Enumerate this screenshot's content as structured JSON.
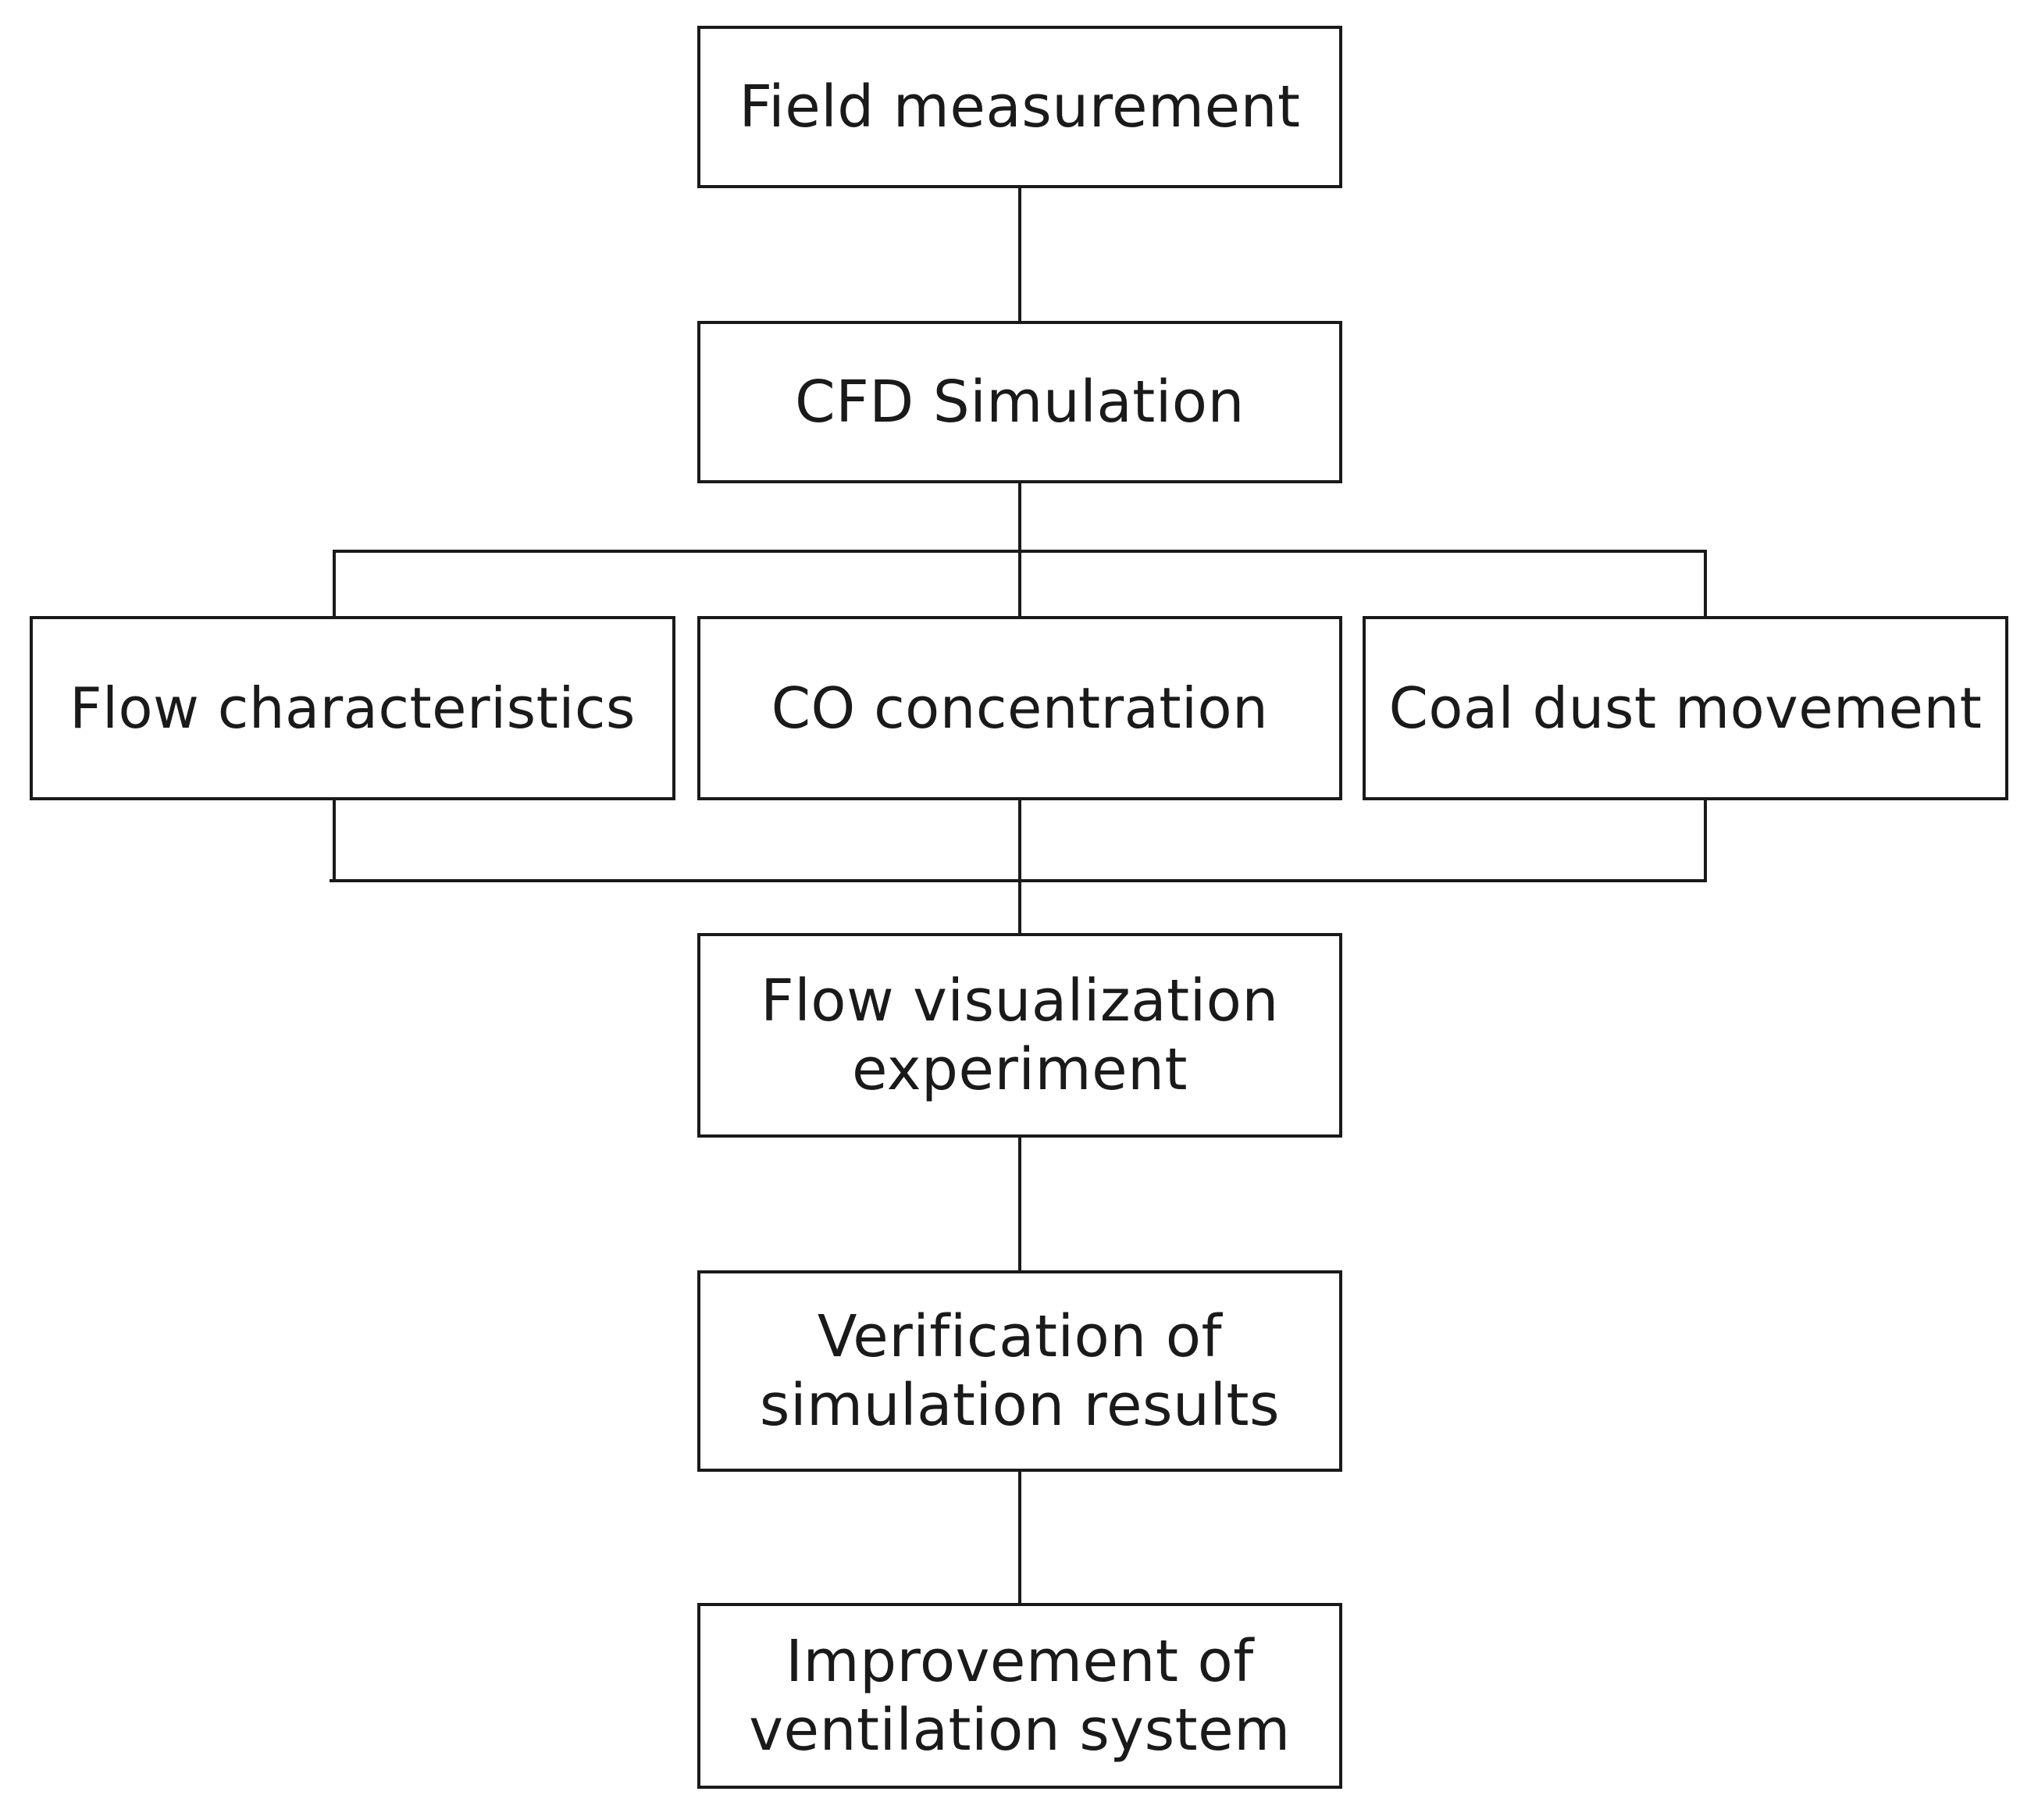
{
  "nodes": {
    "field_measurement": "Field measurement",
    "cfd_simulation": "CFD Simulation",
    "flow_characteristics": "Flow characteristics",
    "co_concentration": "CO concentration",
    "coal_dust_movement": "Coal dust movement",
    "flow_visualization": "Flow visualization\nexperiment",
    "verification": "Verification of\nsimulation results",
    "improvement": "Improvement of\nventilation system"
  },
  "edges": [
    [
      "field_measurement",
      "cfd_simulation"
    ],
    [
      "cfd_simulation",
      "flow_characteristics"
    ],
    [
      "cfd_simulation",
      "co_concentration"
    ],
    [
      "cfd_simulation",
      "coal_dust_movement"
    ],
    [
      "flow_characteristics",
      "flow_visualization"
    ],
    [
      "co_concentration",
      "flow_visualization"
    ],
    [
      "coal_dust_movement",
      "flow_visualization"
    ],
    [
      "flow_visualization",
      "verification"
    ],
    [
      "verification",
      "improvement"
    ]
  ],
  "colors": {
    "line": "#1a1a1a",
    "box_border": "#1a1a1a",
    "background": "#ffffff"
  }
}
